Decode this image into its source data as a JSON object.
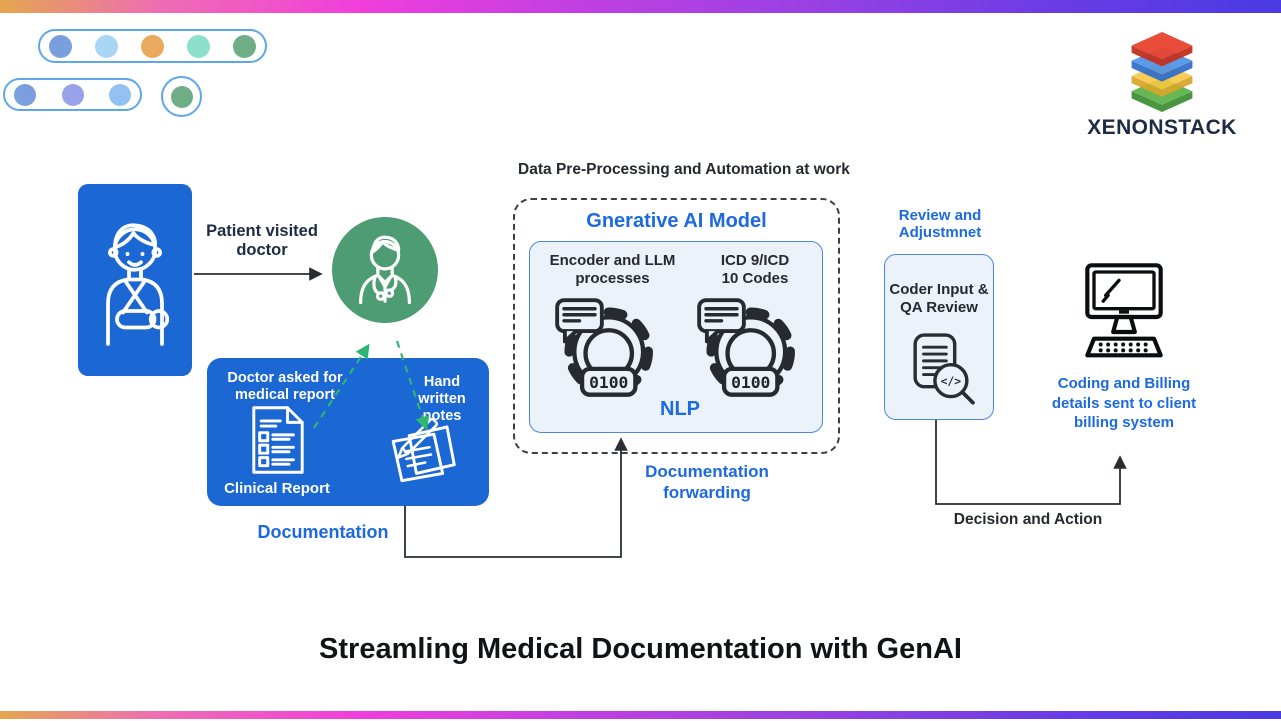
{
  "title": "Streamling Medical Documentation with GenAI",
  "brand": {
    "logo_text": "XENONSTACK",
    "layers": [
      {
        "top": "#E8432E",
        "side": "#C2301F"
      },
      {
        "top": "#4B8FE8",
        "side": "#2E6BC9"
      },
      {
        "top": "#F6C843",
        "side": "#D7A527"
      },
      {
        "top": "#55B045",
        "side": "#3B8D30"
      }
    ]
  },
  "decor": {
    "pill1_colors": [
      "#7B9FDE",
      "#A9D6F3",
      "#E9A95F",
      "#8CE0CC",
      "#6FAD86"
    ],
    "pill2_colors": [
      "#7B9FDE",
      "#97A2EA",
      "#93C2F2"
    ],
    "ring_color": "#6FAD86"
  },
  "colors": {
    "primary_blue_fill": "#1B67D3",
    "doctor_green": "#4E9C73",
    "accent_blue_text": "#1D6AE0",
    "panel_fill": "#EBF2FA",
    "panel_border": "#4C86E0",
    "dashed_border": "#3A4046",
    "green_dash_arrow": "#2FB673",
    "connector_dark": "#2A2E33",
    "gradient_stops": [
      "#E5A64F",
      "#F13EDC",
      "#9C41E3",
      "#4A3AE3"
    ]
  },
  "flow": {
    "patient_label": "Patient visited doctor",
    "request_label": "Doctor asked for medical report",
    "clinical_label": "Clinical Report",
    "notes_label": "Hand written notes",
    "documentation_label": "Documentation",
    "preprocess_heading": "Data Pre-Processing and Automation at work",
    "genai_title": "Gnerative AI Model",
    "encoder_label": "Encoder and LLM processes",
    "icd_label": "ICD 9/ICD 10 Codes",
    "nlp_label": "NLP",
    "gear_code": "0100",
    "forwarding_label": "Documentation forwarding",
    "review_heading": "Review and Adjustmnet",
    "coder_label": "Coder Input & QA Review",
    "code_glyph": "</>",
    "billing_label": "Coding and Billing details sent to client billing system",
    "decision_label": "Decision and Action"
  }
}
